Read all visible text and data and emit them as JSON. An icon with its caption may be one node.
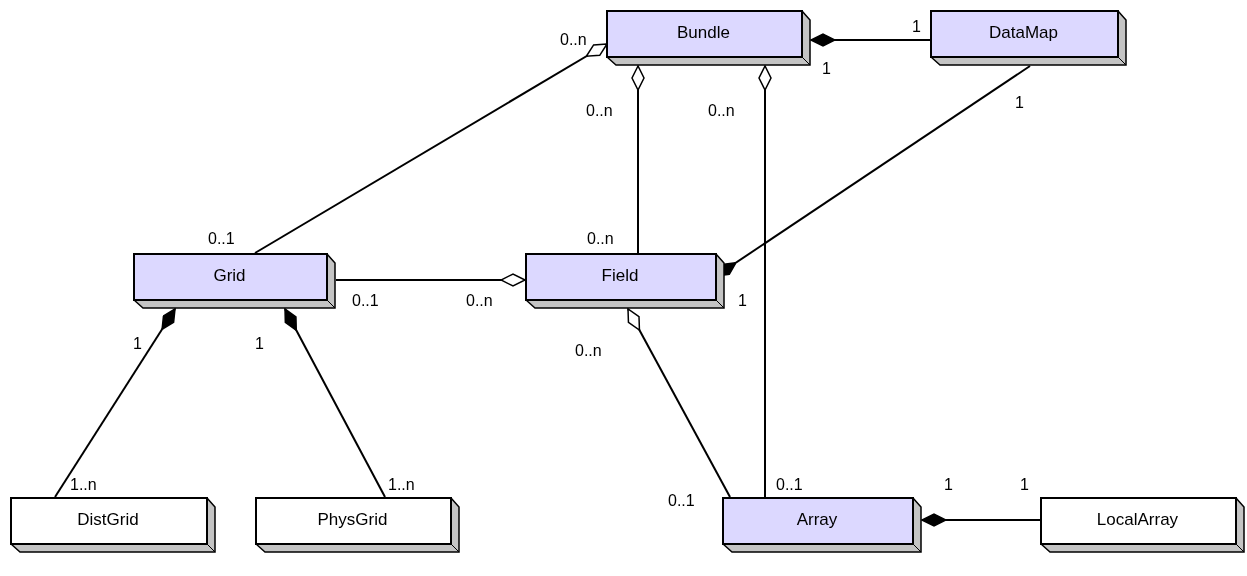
{
  "diagram": {
    "nodes": [
      {
        "text": [
          "Bundle"
        ]
      },
      {
        "text": [
          "DataMap"
        ]
      },
      {
        "text": [
          "Grid"
        ]
      },
      {
        "text": [
          "Field"
        ]
      },
      {
        "text": [
          "DistGrid"
        ]
      },
      {
        "text": [
          "PhysGrid"
        ]
      },
      {
        "text": [
          "Array"
        ]
      },
      {
        "text": [
          "LocalArray"
        ]
      }
    ],
    "edges": [
      {
        "from": 2,
        "to": 0,
        "arrow": "other"
      },
      {
        "from": 1,
        "to": 0,
        "arrow": "other"
      },
      {
        "from": 3,
        "to": 0,
        "arrow": "other"
      },
      {
        "from": 6,
        "to": 0,
        "arrow": "other"
      },
      {
        "from": 1,
        "to": 3,
        "arrow": "other"
      },
      {
        "from": 2,
        "to": 3,
        "arrow": "other"
      },
      {
        "from": 4,
        "to": 2,
        "arrow": "other"
      },
      {
        "from": 5,
        "to": 2,
        "arrow": "other"
      },
      {
        "from": 6,
        "to": 3,
        "arrow": "other"
      },
      {
        "from": 7,
        "to": 6,
        "arrow": "other"
      }
    ],
    "labels": [
      "0..n",
      "1",
      "1",
      "0..n",
      "0..n",
      "1",
      "0..1",
      "0..n",
      "0..1",
      "0..n",
      "1",
      "1",
      "1",
      "0..n",
      "1..n",
      "1..n",
      "0..1",
      "1",
      "1",
      "0..1"
    ]
  }
}
